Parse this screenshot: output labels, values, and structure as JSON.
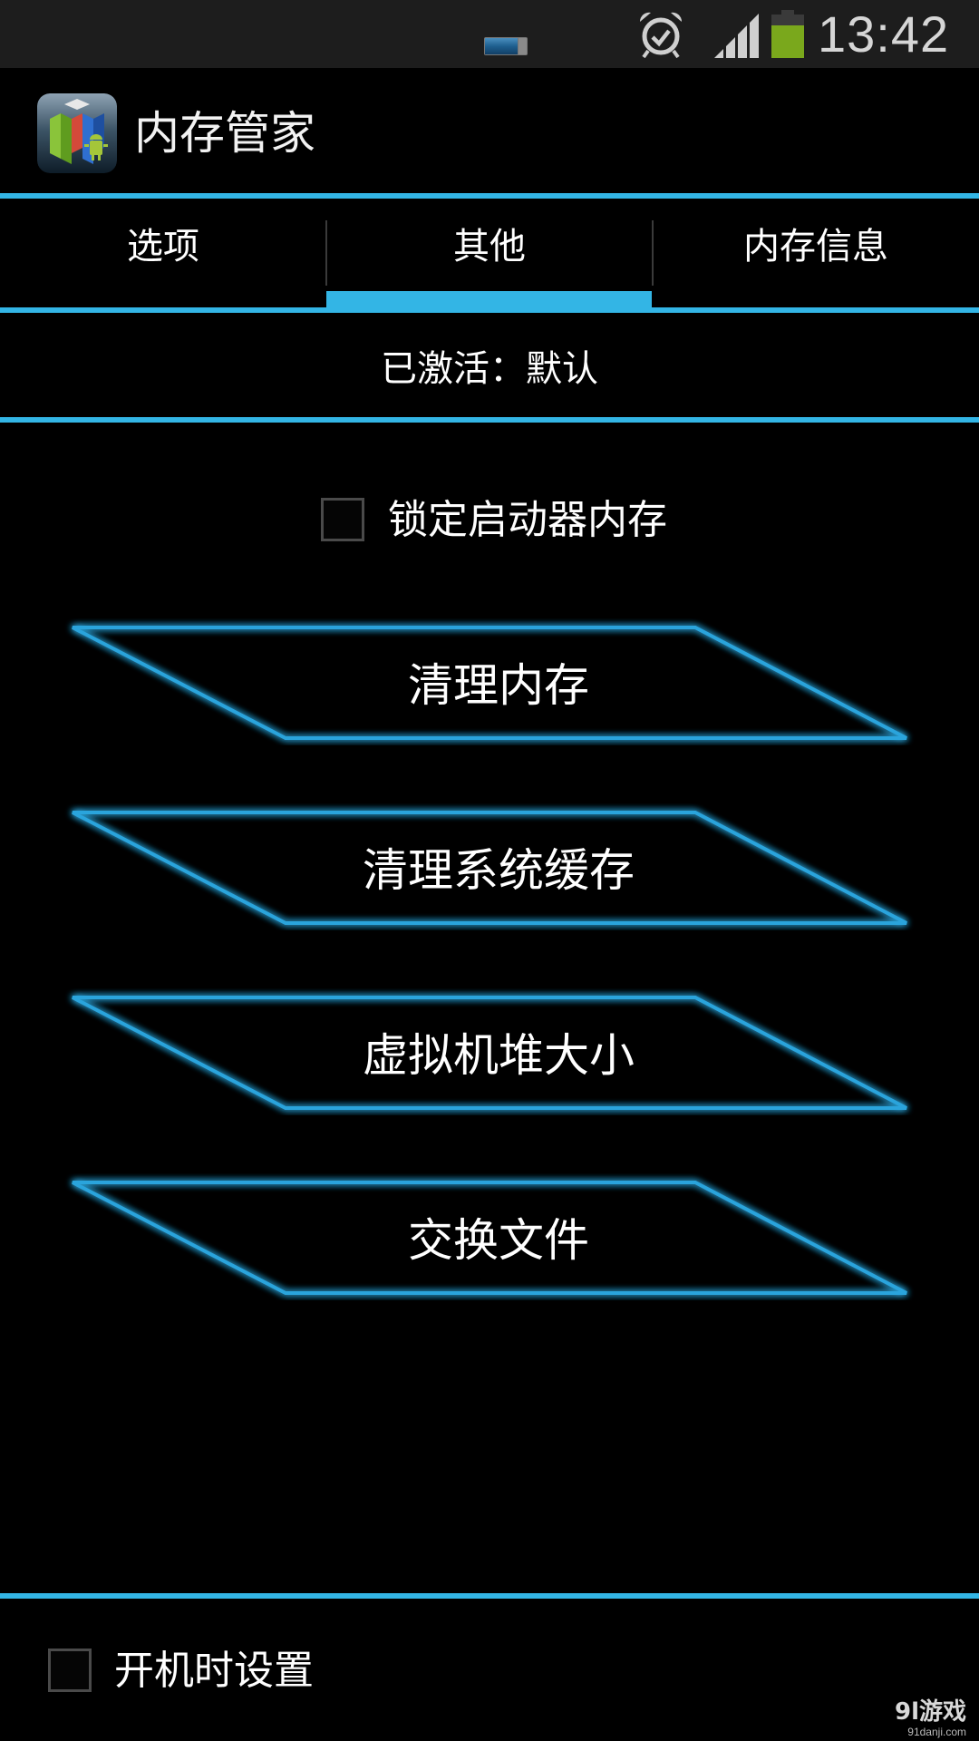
{
  "status_bar": {
    "time": "13:42",
    "icons": [
      "notification-battery-icon",
      "alarm-icon",
      "signal-icon",
      "battery-icon"
    ],
    "battery_color": "#7aa81c"
  },
  "action_bar": {
    "title": "内存管家",
    "icon": "memory-manager-app-icon"
  },
  "tabs": [
    {
      "label": "选项",
      "active": false
    },
    {
      "label": "其他",
      "active": true
    },
    {
      "label": "内存信息",
      "active": false
    }
  ],
  "status": {
    "text": "已激活：默认"
  },
  "lock_launcher": {
    "label": "锁定启动器内存",
    "checked": false
  },
  "buttons": [
    {
      "label": "清理内存"
    },
    {
      "label": "清理系统缓存"
    },
    {
      "label": "虚拟机堆大小"
    },
    {
      "label": "交换文件"
    }
  ],
  "boot_setting": {
    "label": "开机时设置",
    "checked": false
  },
  "watermark": {
    "logo": "9l游戏",
    "url": "91danji.com"
  },
  "colors": {
    "accent": "#33b5e5",
    "background": "#000000",
    "status_bar_bg": "#1d1d1d",
    "neon": "#29a6dc"
  }
}
